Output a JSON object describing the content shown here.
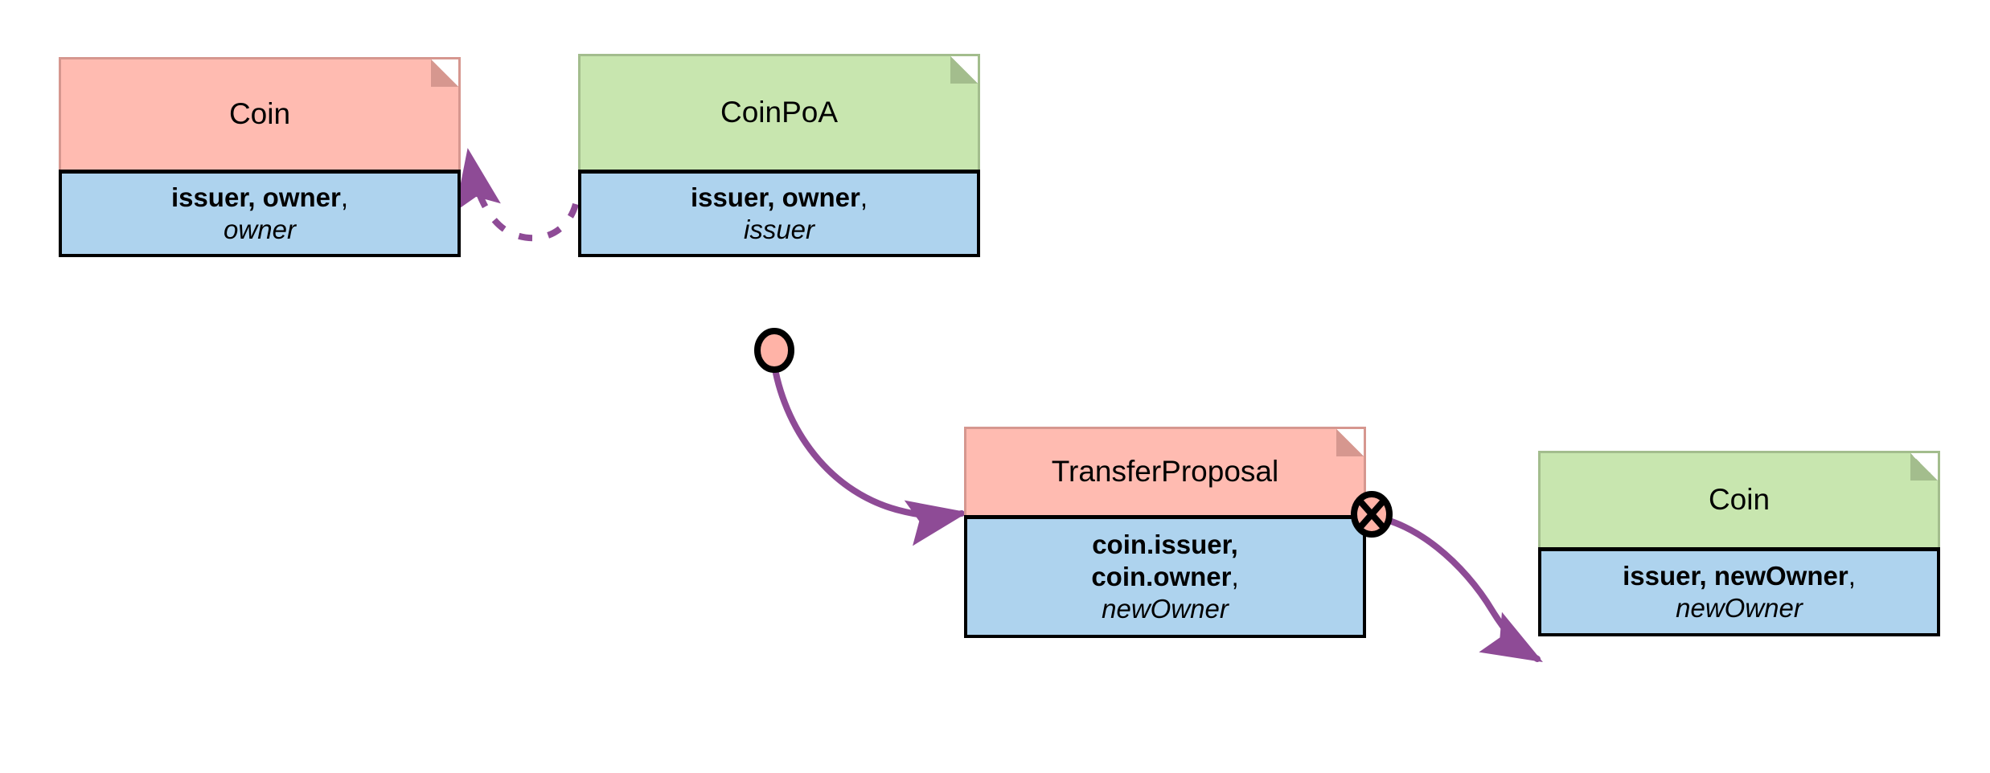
{
  "diagram": {
    "kind": "uml-note-style-object-diagram",
    "background": "#ffffff",
    "palette": {
      "header_pink": "#ffbbb1",
      "header_pink_fold": "#d6978f",
      "header_green": "#c8e6af",
      "header_green_fold": "#a3bd8d",
      "attrs_blue": "#aed3ee",
      "edge_purple": "#8e4b96",
      "outline_black": "#000000",
      "port_fill_pink": "#ffb3a7"
    },
    "nodes": [
      {
        "id": "coin-left",
        "title": "Coin",
        "header_color": "#ffbbb1",
        "attr_lines": [
          {
            "bold": "issuer, owner",
            "plain": ","
          },
          {
            "italic": "owner"
          }
        ]
      },
      {
        "id": "coinpoa",
        "title": "CoinPoA",
        "header_color": "#c8e6af",
        "attr_lines": [
          {
            "bold": "issuer, owner",
            "plain": ","
          },
          {
            "italic": "issuer"
          }
        ]
      },
      {
        "id": "transfer-proposal",
        "title": "TransferProposal",
        "header_color": "#ffbbb1",
        "attr_lines": [
          {
            "bold": "coin.issuer,"
          },
          {
            "bold": "coin.owner",
            "plain": ","
          },
          {
            "italic": "newOwner"
          }
        ]
      },
      {
        "id": "coin-right",
        "title": "Coin",
        "header_color": "#c8e6af",
        "attr_lines": [
          {
            "bold": "issuer, newOwner",
            "plain": ","
          },
          {
            "italic": "newOwner"
          }
        ]
      }
    ],
    "ports": [
      {
        "id": "coinpoa-output-port",
        "shape": "filled-circle",
        "fill": "#ffb3a7"
      },
      {
        "id": "transfer-proposal-output-port",
        "shape": "crossed-circle",
        "fill": "#ffb3a7"
      }
    ],
    "edges": [
      {
        "id": "coinpoa-to-coin-left",
        "style": "dashed",
        "arrowhead": "solid",
        "color": "#8e4b96"
      },
      {
        "id": "coinpoa-to-transfer-proposal",
        "style": "solid",
        "arrowhead": "solid",
        "color": "#8e4b96"
      },
      {
        "id": "transfer-proposal-to-coin-right",
        "style": "solid",
        "arrowhead": "solid",
        "color": "#8e4b96"
      }
    ]
  }
}
